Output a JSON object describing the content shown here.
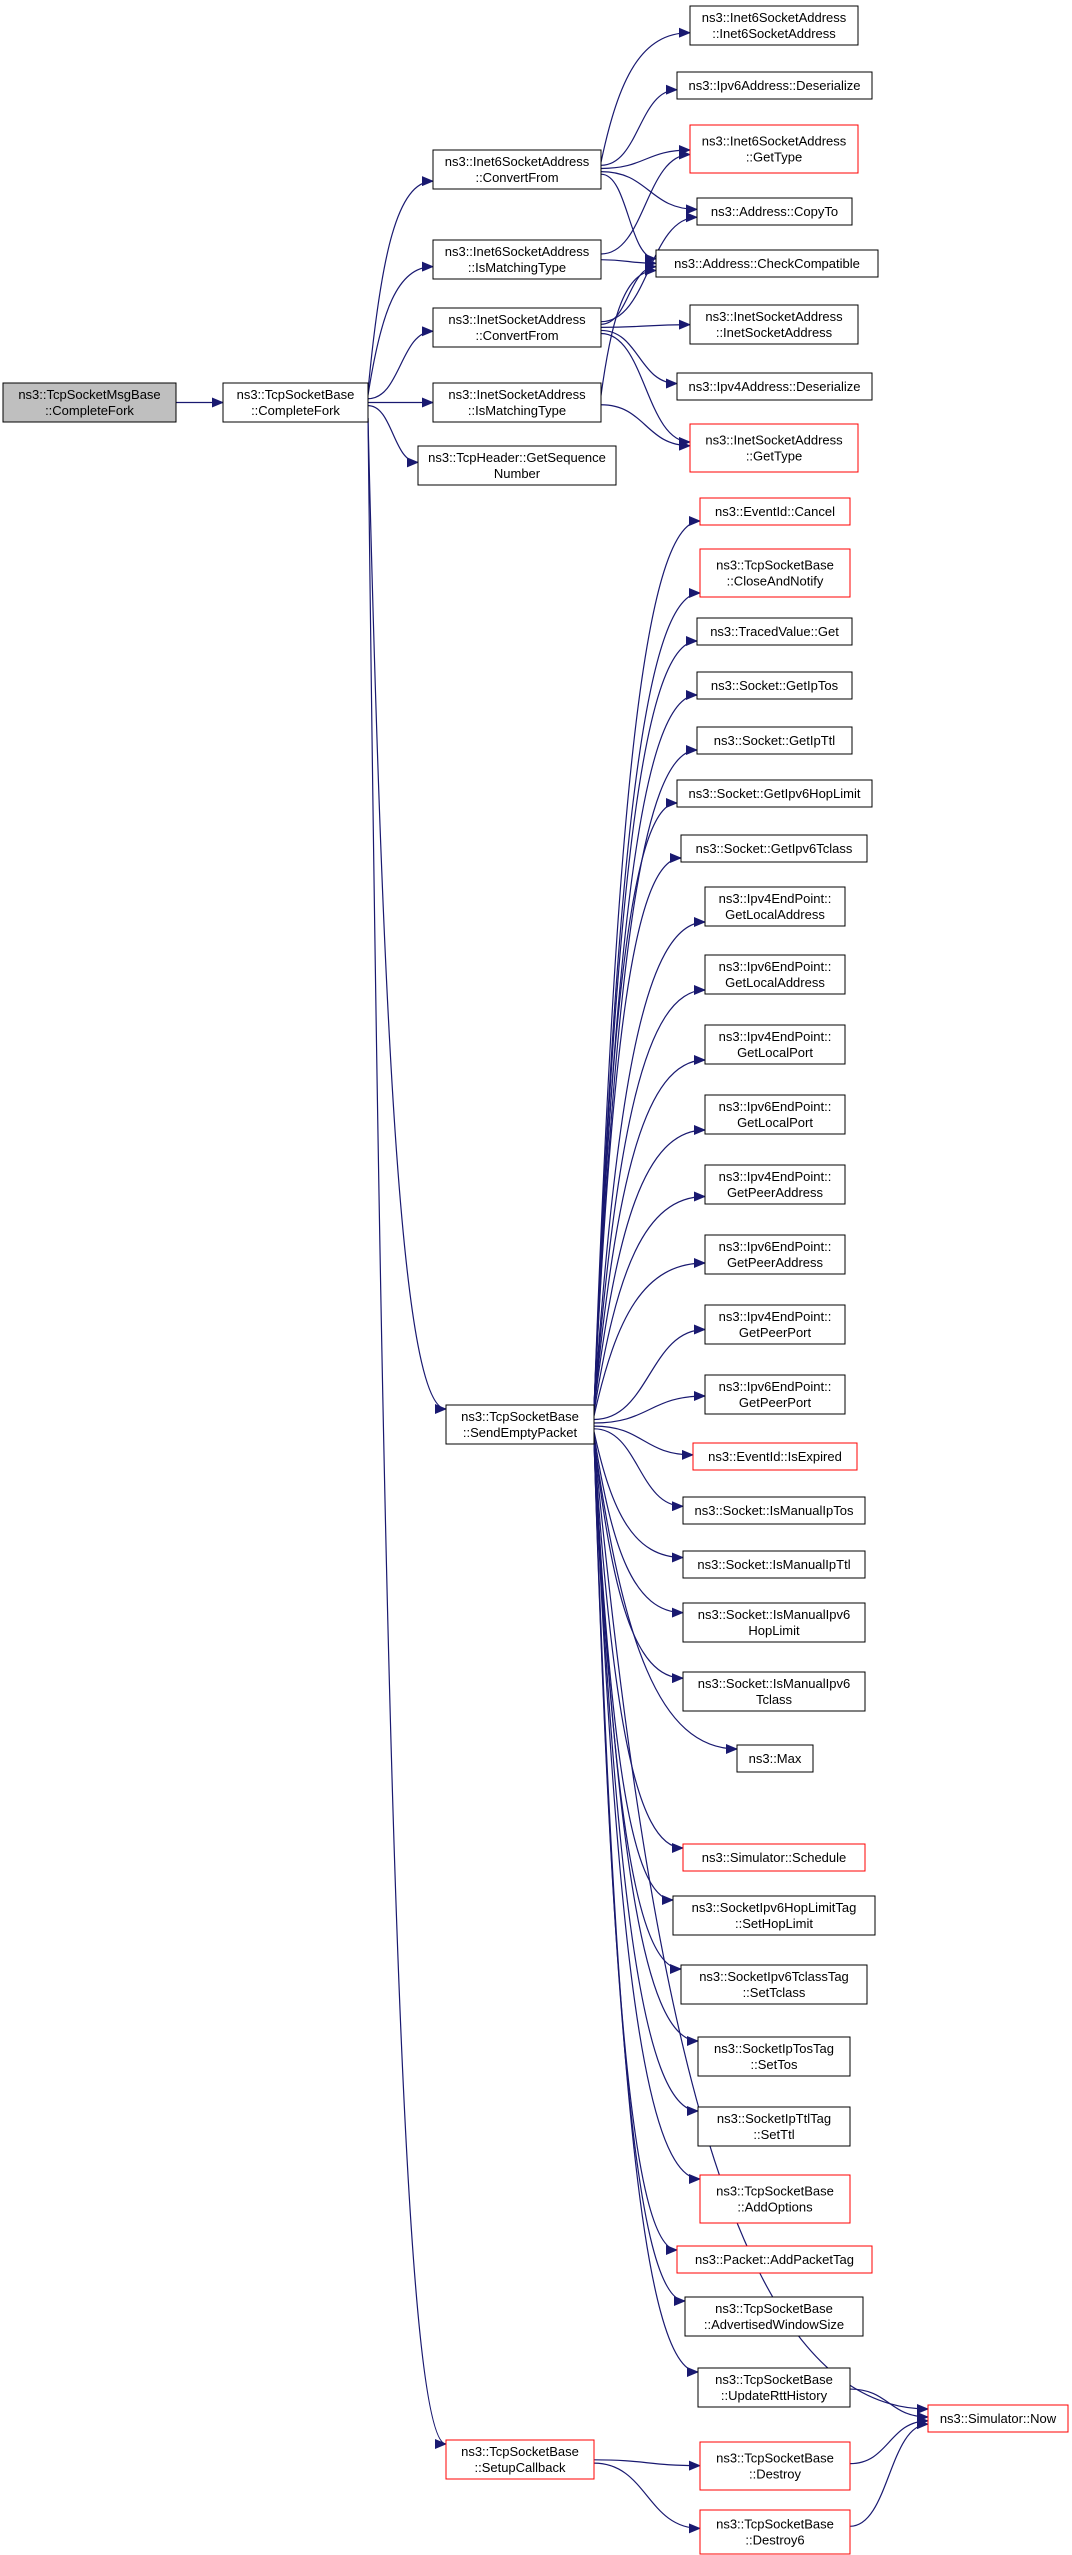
{
  "diagram": {
    "edge_color": "#191970",
    "nodes": [
      {
        "id": "n0",
        "lines": [
          "ns3::TcpSocketMsgBase",
          "::CompleteFork"
        ],
        "style": "current"
      },
      {
        "id": "n1",
        "lines": [
          "ns3::TcpSocketBase",
          "::CompleteFork"
        ],
        "style": "normal"
      },
      {
        "id": "n2",
        "lines": [
          "ns3::Inet6SocketAddress",
          "::ConvertFrom"
        ],
        "style": "normal"
      },
      {
        "id": "n3",
        "lines": [
          "ns3::Inet6SocketAddress",
          "::IsMatchingType"
        ],
        "style": "normal"
      },
      {
        "id": "n4",
        "lines": [
          "ns3::InetSocketAddress",
          "::ConvertFrom"
        ],
        "style": "normal"
      },
      {
        "id": "n5",
        "lines": [
          "ns3::InetSocketAddress",
          "::IsMatchingType"
        ],
        "style": "normal"
      },
      {
        "id": "n6",
        "lines": [
          "ns3::TcpHeader::GetSequence",
          "Number"
        ],
        "style": "normal"
      },
      {
        "id": "n7",
        "lines": [
          "ns3::Inet6SocketAddress",
          "::Inet6SocketAddress"
        ],
        "style": "normal"
      },
      {
        "id": "n8",
        "lines": [
          "ns3::Ipv6Address::Deserialize"
        ],
        "style": "normal"
      },
      {
        "id": "n9",
        "lines": [
          "ns3::Inet6SocketAddress",
          "::GetType"
        ],
        "style": "red"
      },
      {
        "id": "n10",
        "lines": [
          "ns3::Address::CopyTo"
        ],
        "style": "normal"
      },
      {
        "id": "n11",
        "lines": [
          "ns3::Address::CheckCompatible"
        ],
        "style": "normal"
      },
      {
        "id": "n12",
        "lines": [
          "ns3::InetSocketAddress",
          "::InetSocketAddress"
        ],
        "style": "normal"
      },
      {
        "id": "n13",
        "lines": [
          "ns3::Ipv4Address::Deserialize"
        ],
        "style": "normal"
      },
      {
        "id": "n14",
        "lines": [
          "ns3::InetSocketAddress",
          "::GetType"
        ],
        "style": "red"
      },
      {
        "id": "n15",
        "lines": [
          "ns3::TcpSocketBase",
          "::SendEmptyPacket"
        ],
        "style": "normal"
      },
      {
        "id": "n16",
        "lines": [
          "ns3::EventId::Cancel"
        ],
        "style": "red"
      },
      {
        "id": "n17",
        "lines": [
          "ns3::TcpSocketBase",
          "::CloseAndNotify"
        ],
        "style": "red"
      },
      {
        "id": "n18",
        "lines": [
          "ns3::TracedValue::Get"
        ],
        "style": "normal"
      },
      {
        "id": "n19",
        "lines": [
          "ns3::Socket::GetIpTos"
        ],
        "style": "normal"
      },
      {
        "id": "n20",
        "lines": [
          "ns3::Socket::GetIpTtl"
        ],
        "style": "normal"
      },
      {
        "id": "n21",
        "lines": [
          "ns3::Socket::GetIpv6HopLimit"
        ],
        "style": "normal"
      },
      {
        "id": "n22",
        "lines": [
          "ns3::Socket::GetIpv6Tclass"
        ],
        "style": "normal"
      },
      {
        "id": "n23",
        "lines": [
          "ns3::Ipv4EndPoint::",
          "GetLocalAddress"
        ],
        "style": "normal"
      },
      {
        "id": "n24",
        "lines": [
          "ns3::Ipv6EndPoint::",
          "GetLocalAddress"
        ],
        "style": "normal"
      },
      {
        "id": "n25",
        "lines": [
          "ns3::Ipv4EndPoint::",
          "GetLocalPort"
        ],
        "style": "normal"
      },
      {
        "id": "n26",
        "lines": [
          "ns3::Ipv6EndPoint::",
          "GetLocalPort"
        ],
        "style": "normal"
      },
      {
        "id": "n27",
        "lines": [
          "ns3::Ipv4EndPoint::",
          "GetPeerAddress"
        ],
        "style": "normal"
      },
      {
        "id": "n28",
        "lines": [
          "ns3::Ipv6EndPoint::",
          "GetPeerAddress"
        ],
        "style": "normal"
      },
      {
        "id": "n29",
        "lines": [
          "ns3::Ipv4EndPoint::",
          "GetPeerPort"
        ],
        "style": "normal"
      },
      {
        "id": "n30",
        "lines": [
          "ns3::Ipv6EndPoint::",
          "GetPeerPort"
        ],
        "style": "normal"
      },
      {
        "id": "n31",
        "lines": [
          "ns3::EventId::IsExpired"
        ],
        "style": "red"
      },
      {
        "id": "n32",
        "lines": [
          "ns3::Socket::IsManualIpTos"
        ],
        "style": "normal"
      },
      {
        "id": "n33",
        "lines": [
          "ns3::Socket::IsManualIpTtl"
        ],
        "style": "normal"
      },
      {
        "id": "n34",
        "lines": [
          "ns3::Socket::IsManualIpv6",
          "HopLimit"
        ],
        "style": "normal"
      },
      {
        "id": "n35",
        "lines": [
          "ns3::Socket::IsManualIpv6",
          "Tclass"
        ],
        "style": "normal"
      },
      {
        "id": "n36",
        "lines": [
          "ns3::Max"
        ],
        "style": "normal"
      },
      {
        "id": "n37",
        "lines": [
          "ns3::Simulator::Schedule"
        ],
        "style": "red"
      },
      {
        "id": "n38",
        "lines": [
          "ns3::SocketIpv6HopLimitTag",
          "::SetHopLimit"
        ],
        "style": "normal"
      },
      {
        "id": "n39",
        "lines": [
          "ns3::SocketIpv6TclassTag",
          "::SetTclass"
        ],
        "style": "normal"
      },
      {
        "id": "n40",
        "lines": [
          "ns3::SocketIpTosTag",
          "::SetTos"
        ],
        "style": "normal"
      },
      {
        "id": "n41",
        "lines": [
          "ns3::SocketIpTtlTag",
          "::SetTtl"
        ],
        "style": "normal"
      },
      {
        "id": "n42",
        "lines": [
          "ns3::TcpSocketBase",
          "::AddOptions"
        ],
        "style": "red"
      },
      {
        "id": "n43",
        "lines": [
          "ns3::Packet::AddPacketTag"
        ],
        "style": "red"
      },
      {
        "id": "n44",
        "lines": [
          "ns3::TcpSocketBase",
          "::AdvertisedWindowSize"
        ],
        "style": "normal"
      },
      {
        "id": "n45",
        "lines": [
          "ns3::TcpSocketBase",
          "::UpdateRttHistory"
        ],
        "style": "normal"
      },
      {
        "id": "n46",
        "lines": [
          "ns3::Simulator::Now"
        ],
        "style": "red"
      },
      {
        "id": "n47",
        "lines": [
          "ns3::TcpSocketBase",
          "::SetupCallback"
        ],
        "style": "red"
      },
      {
        "id": "n48",
        "lines": [
          "ns3::TcpSocketBase",
          "::Destroy"
        ],
        "style": "red"
      },
      {
        "id": "n49",
        "lines": [
          "ns3::TcpSocketBase",
          "::Destroy6"
        ],
        "style": "red"
      }
    ],
    "edges": [
      [
        "n0",
        "n1"
      ],
      [
        "n1",
        "n2"
      ],
      [
        "n1",
        "n3"
      ],
      [
        "n1",
        "n4"
      ],
      [
        "n1",
        "n5"
      ],
      [
        "n1",
        "n6"
      ],
      [
        "n1",
        "n15"
      ],
      [
        "n1",
        "n47"
      ],
      [
        "n2",
        "n7"
      ],
      [
        "n2",
        "n8"
      ],
      [
        "n2",
        "n9"
      ],
      [
        "n2",
        "n10"
      ],
      [
        "n2",
        "n11"
      ],
      [
        "n3",
        "n9"
      ],
      [
        "n3",
        "n11"
      ],
      [
        "n4",
        "n10"
      ],
      [
        "n4",
        "n11"
      ],
      [
        "n4",
        "n12"
      ],
      [
        "n4",
        "n13"
      ],
      [
        "n4",
        "n14"
      ],
      [
        "n5",
        "n11"
      ],
      [
        "n5",
        "n14"
      ],
      [
        "n15",
        "n16"
      ],
      [
        "n15",
        "n17"
      ],
      [
        "n15",
        "n18"
      ],
      [
        "n15",
        "n19"
      ],
      [
        "n15",
        "n20"
      ],
      [
        "n15",
        "n21"
      ],
      [
        "n15",
        "n22"
      ],
      [
        "n15",
        "n23"
      ],
      [
        "n15",
        "n24"
      ],
      [
        "n15",
        "n25"
      ],
      [
        "n15",
        "n26"
      ],
      [
        "n15",
        "n27"
      ],
      [
        "n15",
        "n28"
      ],
      [
        "n15",
        "n29"
      ],
      [
        "n15",
        "n30"
      ],
      [
        "n15",
        "n31"
      ],
      [
        "n15",
        "n32"
      ],
      [
        "n15",
        "n33"
      ],
      [
        "n15",
        "n34"
      ],
      [
        "n15",
        "n35"
      ],
      [
        "n15",
        "n36"
      ],
      [
        "n15",
        "n46"
      ],
      [
        "n15",
        "n37"
      ],
      [
        "n15",
        "n38"
      ],
      [
        "n15",
        "n39"
      ],
      [
        "n15",
        "n40"
      ],
      [
        "n15",
        "n41"
      ],
      [
        "n15",
        "n42"
      ],
      [
        "n15",
        "n43"
      ],
      [
        "n15",
        "n44"
      ],
      [
        "n15",
        "n45"
      ],
      [
        "n45",
        "n46"
      ],
      [
        "n47",
        "n48"
      ],
      [
        "n47",
        "n49"
      ],
      [
        "n48",
        "n46"
      ],
      [
        "n49",
        "n46"
      ]
    ]
  }
}
